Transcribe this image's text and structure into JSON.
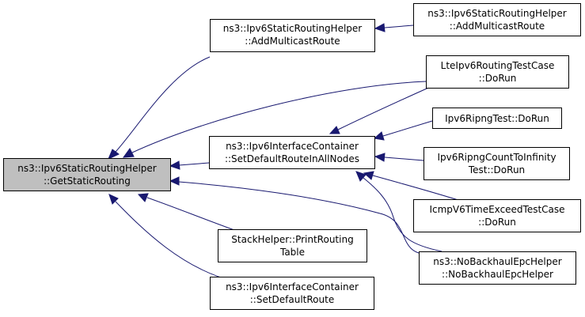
{
  "nodes": {
    "get_static_routing": [
      "ns3::Ipv6StaticRoutingHelper",
      "::GetStaticRouting"
    ],
    "add_multicast_route_1": [
      "ns3::Ipv6StaticRoutingHelper",
      "::AddMulticastRoute"
    ],
    "add_multicast_route_2": [
      "ns3::Ipv6StaticRoutingHelper",
      "::AddMulticastRoute"
    ],
    "lte_ipv6_routing_test": [
      "LteIpv6RoutingTestCase",
      "::DoRun"
    ],
    "ipv6_ripng_test": [
      "Ipv6RipngTest::DoRun"
    ],
    "set_default_route_all_nodes": [
      "ns3::Ipv6InterfaceContainer",
      "::SetDefaultRouteInAllNodes"
    ],
    "ipv6_ripng_count_to_infinity": [
      "Ipv6RipngCountToInfinity",
      "Test::DoRun"
    ],
    "icmpv6_time_exceed_test": [
      "IcmpV6TimeExceedTestCase",
      "::DoRun"
    ],
    "stack_helper_print_routing": [
      "StackHelper::PrintRouting",
      "Table"
    ],
    "no_backhaul_epc_helper": [
      "ns3::NoBackhaulEpcHelper",
      "::NoBackhaulEpcHelper"
    ],
    "set_default_route": [
      "ns3::Ipv6InterfaceContainer",
      "::SetDefaultRoute"
    ]
  },
  "colors": {
    "edge": "#191970",
    "focus_fill": "#bfbfbf",
    "node_fill": "#ffffff",
    "border": "#000000"
  }
}
